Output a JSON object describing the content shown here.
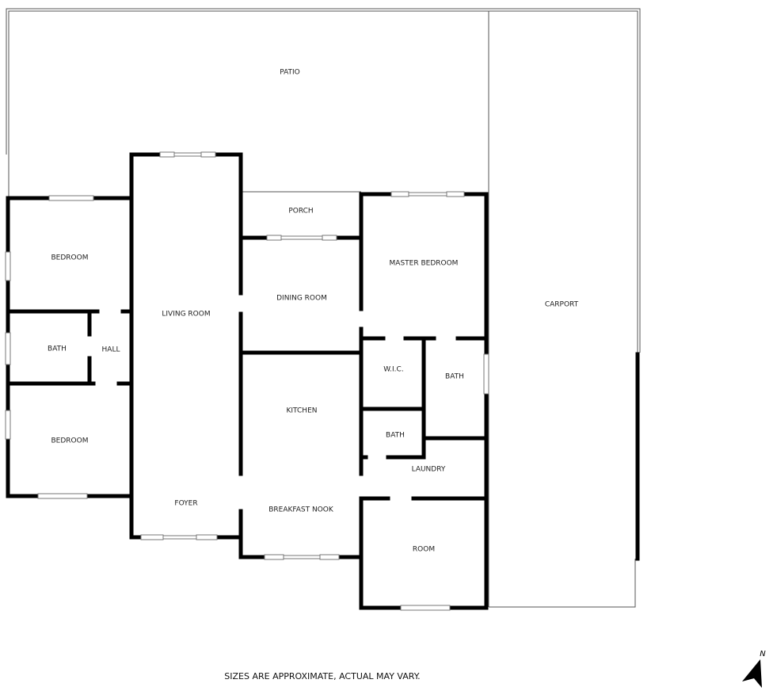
{
  "rooms": {
    "patio": "PATIO",
    "carport": "CARPORT",
    "porch": "PORCH",
    "bedroom_1": "BEDROOM",
    "living_room": "LIVING ROOM",
    "dining_room": "DINING ROOM",
    "master_bedroom": "MASTER BEDROOM",
    "bath_1": "BATH",
    "hall": "HALL",
    "wic": "W.I.C.",
    "bath_2": "BATH",
    "kitchen": "KITCHEN",
    "bath_3": "BATH",
    "laundry": "LAUNDRY",
    "bedroom_2": "BEDROOM",
    "foyer": "FOYER",
    "breakfast_nook": "BREAKFAST NOOK",
    "room": "ROOM"
  },
  "footer": "SIZES ARE APPROXIMATE, ACTUAL MAY VARY.",
  "compass": {
    "label": "N"
  }
}
